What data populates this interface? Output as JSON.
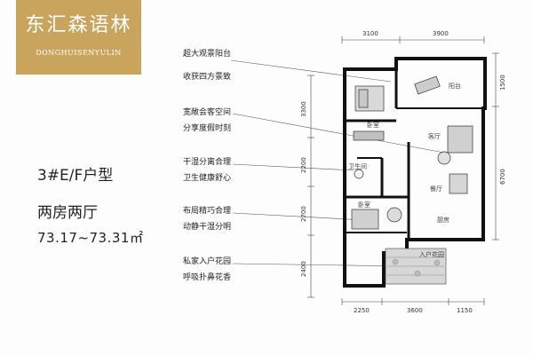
{
  "brand": {
    "name_cn": "东汇森语林",
    "name_en": "DONGHUISENYULIN",
    "bg_color": "#c9a45c"
  },
  "unit_info": {
    "type": "3#E/F户型",
    "layout": "两房两厅",
    "area": "73.17~73.31㎡"
  },
  "annotations": [
    "超大观景阳台",
    "收获四方景致",
    "宽敞会客空间",
    "分享度假时刻",
    "干湿分离合理",
    "卫生健康舒心",
    "布局精巧合理",
    "动静干湿分明",
    "私家入户花园",
    "呼吸扑鼻花香"
  ],
  "rooms": {
    "balcony": "阳台",
    "bedroom_top": "卧室",
    "living": "客厅",
    "bathroom": "卫生间",
    "dining": "餐厅",
    "bedroom_bottom": "卧室",
    "kitchen": "厨房",
    "garden": "入户花园"
  },
  "dimensions": {
    "top": [
      "3100",
      "3900"
    ],
    "bottom": [
      "2250",
      "3600",
      "1150"
    ],
    "left": [
      "3300",
      "2200",
      "2700",
      "2400"
    ],
    "right": [
      "1500",
      "6700"
    ]
  }
}
